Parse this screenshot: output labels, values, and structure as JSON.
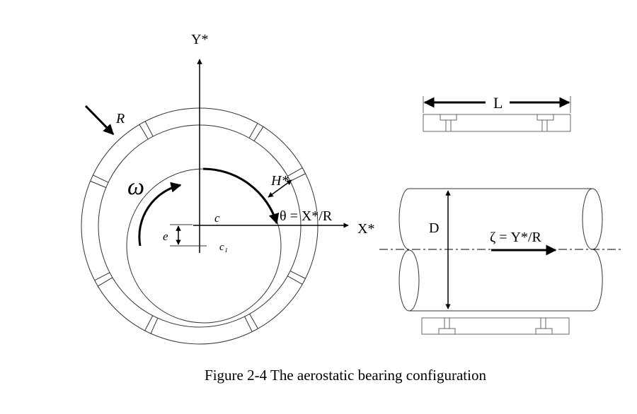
{
  "labels": {
    "y_axis": "Y*",
    "x_axis": "X*",
    "radius": "R",
    "omega": "ω",
    "film_thickness": "H*",
    "theta": "θ = X*/R",
    "center_c": "c",
    "center_c1": "c₁",
    "eccentricity": "e",
    "length": "L",
    "diameter": "D",
    "zeta": "ζ = Y*/R"
  },
  "caption": "Figure 2-4 The aerostatic bearing configuration",
  "slot_angles_deg": [
    28,
    59,
    119,
    156,
    209,
    244,
    298,
    332
  ]
}
